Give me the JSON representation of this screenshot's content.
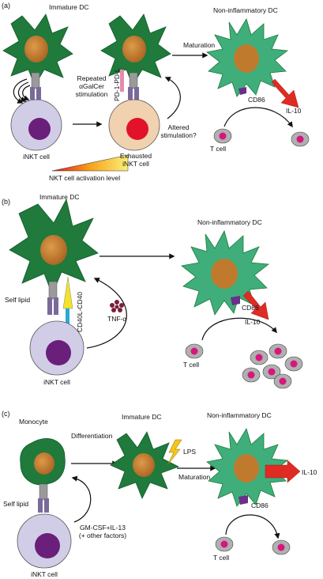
{
  "panels": {
    "a": {
      "letter": "(a)",
      "immature_dc": "Immature DC",
      "non_inflammatory_dc": "Non-inflammatory DC",
      "repeated_stimulation": "Repeated\nαGalCer\nstimulation",
      "pd1": "PD-1-PD-L",
      "maturation": "Maturation",
      "inkt_cell": "iNKT cell",
      "exhausted": "Exhausted\niNKT cell",
      "altered": "Altered\nstimulation?",
      "cd86": "CD86",
      "il10": "IL-10",
      "t_cell": "T cell",
      "gradient_label": "NKT cell activation level"
    },
    "b": {
      "letter": "(b)",
      "immature_dc": "Immature DC",
      "non_inflammatory_dc": "Non-inflammatory DC",
      "self_lipid": "Self lipid",
      "cd40": "CD40L-CD40",
      "tnf": "TNF-α",
      "cd86": "CD86",
      "il10": "IL-10",
      "t_cell": "T cell",
      "inkt_cell": "iNKT cell"
    },
    "c": {
      "letter": "(c)",
      "monocyte": "Monocyte",
      "differentiation": "Differentiation",
      "immature_dc": "Immature DC",
      "non_inflammatory_dc": "Non-inflammatory DC",
      "lps": "LPS",
      "maturation": "Maturation",
      "il10": "IL-10",
      "self_lipid": "Self lipid",
      "cd86": "CD86",
      "gmcsf": "GM-CSF+IL-13\n(+ other factors)",
      "t_cell": "T cell",
      "inkt_cell": "iNKT cell"
    }
  },
  "colors": {
    "dc_green": "#1f7a3c",
    "dc_light_green": "#3fae7a",
    "nucleus_brown": "#c07a2e",
    "inkt_lavender": "#d2cde6",
    "inkt_nucleus": "#6a1f7a",
    "exhausted_peach": "#f1d2b0",
    "exhausted_nucleus": "#e2122a",
    "tcell_gray": "#b0b0b0",
    "tcell_nucleus": "#d6177c",
    "il10_arrow": "#e02a24",
    "cd86_purple": "#6a2f8a"
  }
}
